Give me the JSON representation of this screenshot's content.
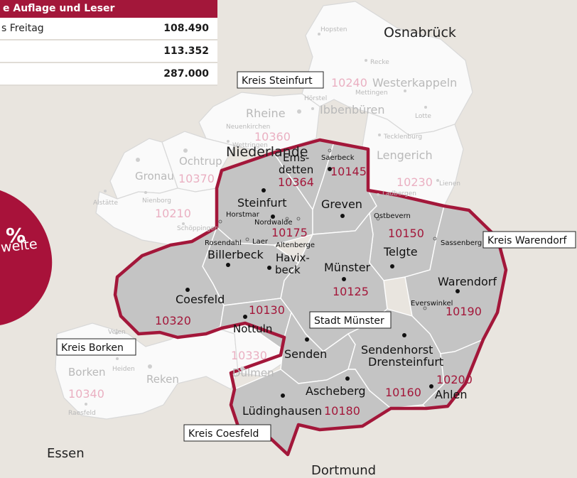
{
  "table": {
    "header": "e Auflage und Leser",
    "rows": [
      {
        "label": "s Freitag",
        "value": "108.490"
      },
      {
        "label": "",
        "value": "113.352"
      },
      {
        "label": "",
        "value": "287.000"
      }
    ]
  },
  "promo": {
    "percent": "%",
    "text": "weite"
  },
  "colors": {
    "accent": "#a3173a",
    "region_fill": "#c4c4c4",
    "outside_fill": "#fafafa",
    "background": "#e9e5df",
    "border": "#a3173a"
  },
  "regions": {
    "niederlande": "Niederlande",
    "osnabrueck": "Osnabrück",
    "essen": "Essen",
    "dortmund": "Dortmund"
  },
  "kreis_labels": {
    "steinfurt": "Kreis Steinfurt",
    "warendorf": "Kreis Warendorf",
    "muenster": "Stadt Münster",
    "borken": "Kreis Borken",
    "coesfeld": "Kreis Coesfeld"
  },
  "towns": {
    "hopsten": "Hopsten",
    "recke": "Recke",
    "westerkappeln": "Westerkappeln",
    "mettingen": "Mettingen",
    "hoerstel": "Hörstel",
    "ibbenbueren": "Ibbenbüren",
    "lotte": "Lotte",
    "rheine": "Rheine",
    "neuenkirchen": "Neuenkirchen",
    "wettringen": "Wettringen",
    "tecklenburg": "Tecklenburg",
    "lengerich": "Lengerich",
    "lienen": "Lienen",
    "ladbergen": "Ladbergen",
    "ochtrup": "Ochtrup",
    "gronau": "Gronau",
    "nienborg": "Nienborg",
    "alstaette": "Alstätte",
    "schoeppingen": "Schöppingen",
    "emsdetten1": "Ems-",
    "emsdetten2": "detten",
    "saerbeck": "Saerbeck",
    "steinfurt": "Steinfurt",
    "horstmar": "Horstmar",
    "nordwalde": "Nordwalde",
    "greven": "Greven",
    "laer": "Laer",
    "altenberge": "Altenberge",
    "ostbevern": "Ostbevern",
    "telgte": "Telgte",
    "sassenberg": "Sassenberg",
    "warendorf": "Warendorf",
    "everswinkel": "Everswinkel",
    "rosendahl": "Rosendahl",
    "billerbeck": "Billerbeck",
    "havixbeck1": "Havix-",
    "havixbeck2": "beck",
    "muenster": "Münster",
    "coesfeld": "Coesfeld",
    "nottuln": "Nottuln",
    "senden": "Senden",
    "sendenhorst": "Sendenhorst",
    "drensteinfurt": "Drensteinfurt",
    "ahlen": "Ahlen",
    "velen": "Velen",
    "borken": "Borken",
    "heiden": "Heiden",
    "reken": "Reken",
    "raesfeld": "Raesfeld",
    "duelmen": "Dülmen",
    "ascheberg": "Ascheberg",
    "luedinghausen": "Lüdinghausen"
  },
  "codes": {
    "c10240": "10240",
    "c10360": "10360",
    "c10230": "10230",
    "c10370": "10370",
    "c10210": "10210",
    "c10364": "10364",
    "c10145": "10145",
    "c10175": "10175",
    "c10150": "10150",
    "c10125": "10125",
    "c10190": "10190",
    "c10130": "10130",
    "c10320": "10320",
    "c10330": "10330",
    "c10340": "10340",
    "c10200": "10200",
    "c10160": "10160",
    "c10180": "10180"
  }
}
